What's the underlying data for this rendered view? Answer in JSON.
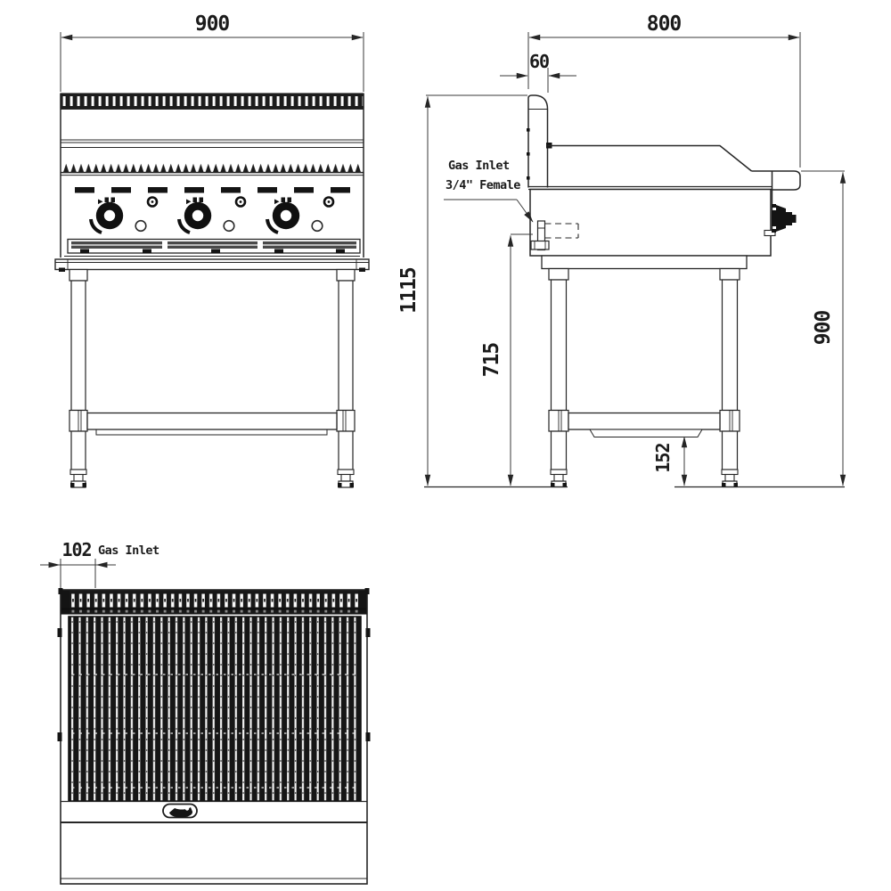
{
  "drawing": {
    "front_view": {
      "width_dim": "900"
    },
    "side_view": {
      "depth_dim": "800",
      "splash_depth_dim": "60",
      "overall_height_dim": "1115",
      "gas_inlet_height_dim": "715",
      "work_height_dim": "900",
      "shelf_clearance_dim": "152",
      "gas_label_line1": "Gas Inlet",
      "gas_label_line2": "3/4\" Female"
    },
    "top_view": {
      "gas_inlet_offset_dim": "102",
      "gas_label": "Gas Inlet"
    },
    "colors": {
      "line": "#262626",
      "dim_line": "#3a3a3a",
      "dark_fill": "#141414",
      "background": "#ffffff"
    }
  }
}
